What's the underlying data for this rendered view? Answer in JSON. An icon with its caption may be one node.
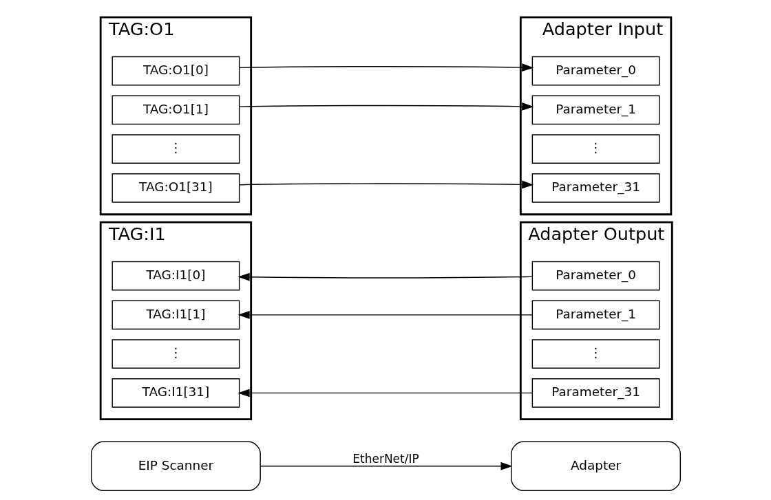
{
  "diagram": {
    "nodes": [
      {
        "text": [
          "EIP Scanner"
        ]
      },
      {
        "text": [
          "Adapter"
        ]
      },
      {
        "text": [
          "TAG:I1"
        ]
      },
      {
        "text": [
          "TAG:I1[0]"
        ],
        "in": 2
      },
      {
        "text": [
          "TAG:I1[1]"
        ],
        "in": 2
      },
      {
        "text": [
          "⋮"
        ],
        "in": 2
      },
      {
        "text": [
          "TAG:I1[31]"
        ],
        "in": 2
      },
      {
        "text": [
          "Adapter Output"
        ]
      },
      {
        "text": [
          "Parameter_0"
        ],
        "in": 7
      },
      {
        "text": [
          "Parameter_1"
        ],
        "in": 7
      },
      {
        "text": [
          "⋮"
        ],
        "in": 7
      },
      {
        "text": [
          "Parameter_31"
        ],
        "in": 7
      },
      {
        "text": [
          "TAG:O1"
        ]
      },
      {
        "text": [
          "TAG:O1[0]"
        ],
        "in": 12
      },
      {
        "text": [
          "TAG:O1[1]"
        ],
        "in": 12
      },
      {
        "text": [
          "⋮"
        ],
        "in": 12
      },
      {
        "text": [
          "TAG:O1[31]"
        ],
        "in": 12
      },
      {
        "text": [
          "Adapter Input"
        ]
      },
      {
        "text": [
          "Parameter_0"
        ],
        "in": 17
      },
      {
        "text": [
          "Parameter_1"
        ],
        "in": 17
      },
      {
        "text": [
          "⋮"
        ],
        "in": 17
      },
      {
        "text": [
          "Parameter_31"
        ],
        "in": 17
      }
    ],
    "edges": [
      {
        "from": 0,
        "to": 1,
        "arrow": "to",
        "label": "EtherNet/IP"
      },
      {
        "from": 8,
        "to": 3,
        "arrow": "to"
      },
      {
        "from": 9,
        "to": 4,
        "arrow": "to"
      },
      {
        "from": 11,
        "to": 6,
        "arrow": "to"
      },
      {
        "from": 13,
        "to": 18,
        "arrow": "to"
      },
      {
        "from": 14,
        "to": 19,
        "arrow": "to"
      },
      {
        "from": 16,
        "to": 21,
        "arrow": "to"
      }
    ]
  }
}
